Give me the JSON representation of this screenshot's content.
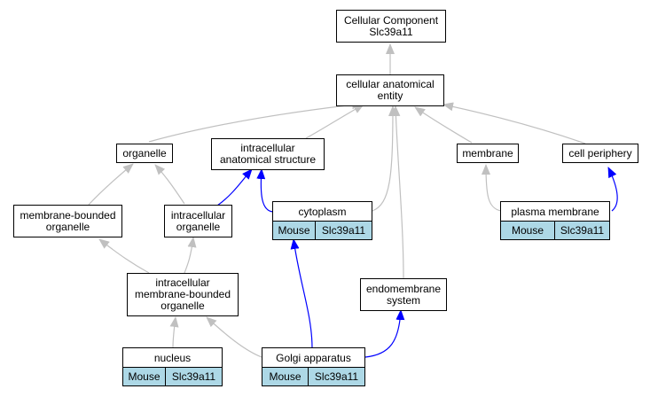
{
  "nodes": {
    "cellular_component": {
      "label": "Cellular Component\nSlc39a11"
    },
    "cellular_anatomical_entity": {
      "label": "cellular anatomical\nentity"
    },
    "organelle": {
      "label": "organelle"
    },
    "intracellular_anatomical_structure": {
      "label": "intracellular\nanatomical structure"
    },
    "membrane": {
      "label": "membrane"
    },
    "cell_periphery": {
      "label": "cell periphery"
    },
    "membrane_bounded_organelle": {
      "label": "membrane-bounded\norganelle"
    },
    "intracellular_organelle": {
      "label": "intracellular\norganelle"
    },
    "intracellular_membrane_bounded_organelle": {
      "label": "intracellular\nmembrane-bounded\norganelle"
    },
    "endomembrane_system": {
      "label": "endomembrane\nsystem"
    }
  },
  "gene_nodes": {
    "cytoplasm": {
      "label": "cytoplasm",
      "species": "Mouse",
      "gene": "Slc39a11"
    },
    "plasma_membrane": {
      "label": "plasma membrane",
      "species": "Mouse",
      "gene": "Slc39a11"
    },
    "nucleus": {
      "label": "nucleus",
      "species": "Mouse",
      "gene": "Slc39a11"
    },
    "golgi_apparatus": {
      "label": "Golgi apparatus",
      "species": "Mouse",
      "gene": "Slc39a11"
    }
  },
  "colors": {
    "is_a_edge": "#c0c0c0",
    "part_of_edge": "#0000ff",
    "annotation_fill": "#add8e6"
  }
}
